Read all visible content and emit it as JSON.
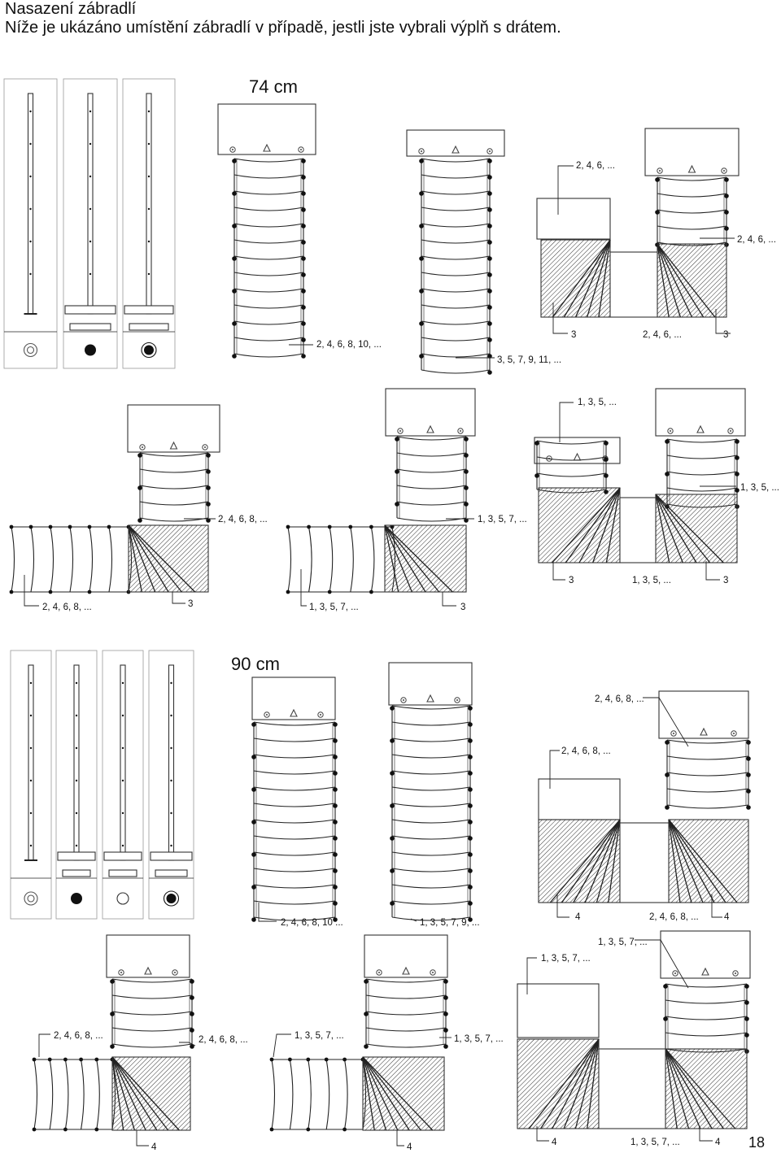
{
  "page": {
    "title": "Nasazení zábradlí",
    "subtitle": "Níže je ukázáno umístění zábradlí v případě, jestli jste vybrali výplň s drátem.",
    "section_74": "74 cm",
    "section_90": "90 cm",
    "page_number": "18"
  },
  "labels_74": {
    "s1": "2, 4, 6, 8, 10, ...",
    "s2": "3, 5, 7, 9, 11, ...",
    "u_top1": "2, 4, 6, ...",
    "u_top2": "2, 4, 6, ...",
    "u_b1": "3",
    "u_b2": "2, 4, 6, ...",
    "u_b3": "3",
    "l1_mid": "2, 4, 6, 8, ...",
    "l1_bot": "2, 4, 6, 8, ...",
    "l1_three": "3",
    "l2_mid": "1, 3, 5, 7, ...",
    "l2_bot": "1, 3, 5, 7, ...",
    "l2_three": "3",
    "u2_top1": "1, 3, 5, ...",
    "u2_top2": "1, 3, 5, ...",
    "u2_b1": "3",
    "u2_b2": "1, 3, 5, ...",
    "u2_b3": "3"
  },
  "labels_90": {
    "s1": "2, 4, 6, 8, 10 ...",
    "s2": "1, 3, 5, 7, 9, ...",
    "u_top1": "2, 4, 6, 8, ...",
    "u_top2": "2, 4, 6, 8, ...",
    "u_b1": "4",
    "u_b2": "2, 4, 6, 8, ...",
    "u_b3": "4",
    "l1_top": "2, 4, 6, 8, ...",
    "l1_bot": "4",
    "l1_mid": "2, 4, 6, 8, ...",
    "l2_top": "1, 3, 5, 7, ...",
    "l2_mid": "1, 3, 5, 7, ...",
    "l2_bot": "4",
    "u2_top1": "1, 3, 5, 7, ...",
    "u2_top2": "1, 3, 5, 7, ...",
    "u2_b1": "4",
    "u2_b2": "1, 3, 5, 7, ...",
    "u2_b3": "4"
  }
}
